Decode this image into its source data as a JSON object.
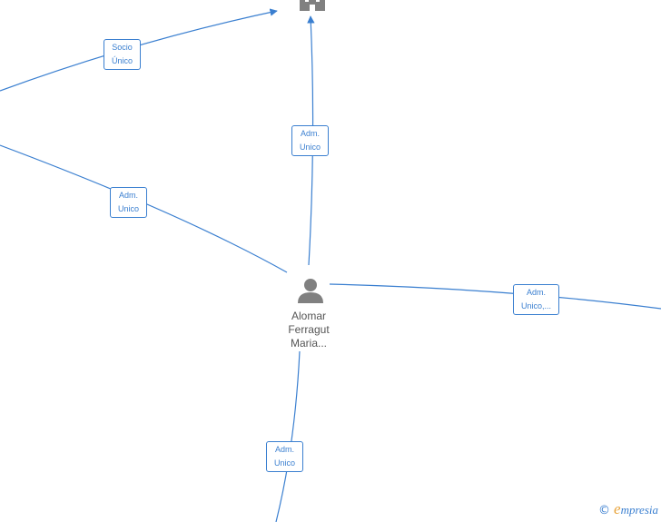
{
  "person": {
    "name_lines": [
      "Alomar",
      "Ferragut",
      "Maria..."
    ],
    "icon": "person-icon"
  },
  "company": {
    "icon": "building-icon"
  },
  "edges": [
    {
      "label_lines": [
        "Socio",
        "Único"
      ]
    },
    {
      "label_lines": [
        "Adm.",
        "Unico"
      ]
    },
    {
      "label_lines": [
        "Adm.",
        "Unico"
      ]
    },
    {
      "label_lines": [
        "Adm.",
        "Unico,..."
      ]
    },
    {
      "label_lines": [
        "Adm.",
        "Unico"
      ]
    }
  ],
  "brand": {
    "copyright": "©",
    "initial": "e",
    "name": "mpresia"
  },
  "colors": {
    "edge": "#3a7fd0",
    "icon": "#808080",
    "brand_accent": "#e8a33a"
  }
}
